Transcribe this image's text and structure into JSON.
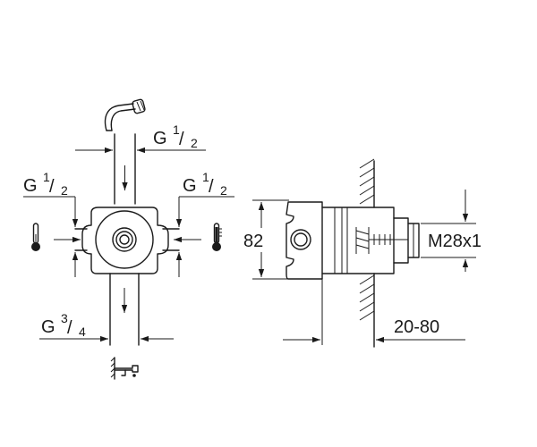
{
  "labels": {
    "outlet_top": {
      "prefix": "G",
      "numerator": "1",
      "denominator": "2"
    },
    "inlet_left": {
      "prefix": "G",
      "numerator": "1",
      "denominator": "2"
    },
    "inlet_right": {
      "prefix": "G",
      "numerator": "1",
      "denominator": "2"
    },
    "outlet_bottom": {
      "prefix": "G",
      "numerator": "3",
      "denominator": "4"
    },
    "body_height": "82",
    "thread_size": "M28x1",
    "wall_depth": "20-80"
  },
  "icons": {
    "top": "hand-shower-icon",
    "bottom": "bath-spout-icon",
    "left": "cold-thermometer-icon",
    "right": "hot-thermometer-icon"
  }
}
